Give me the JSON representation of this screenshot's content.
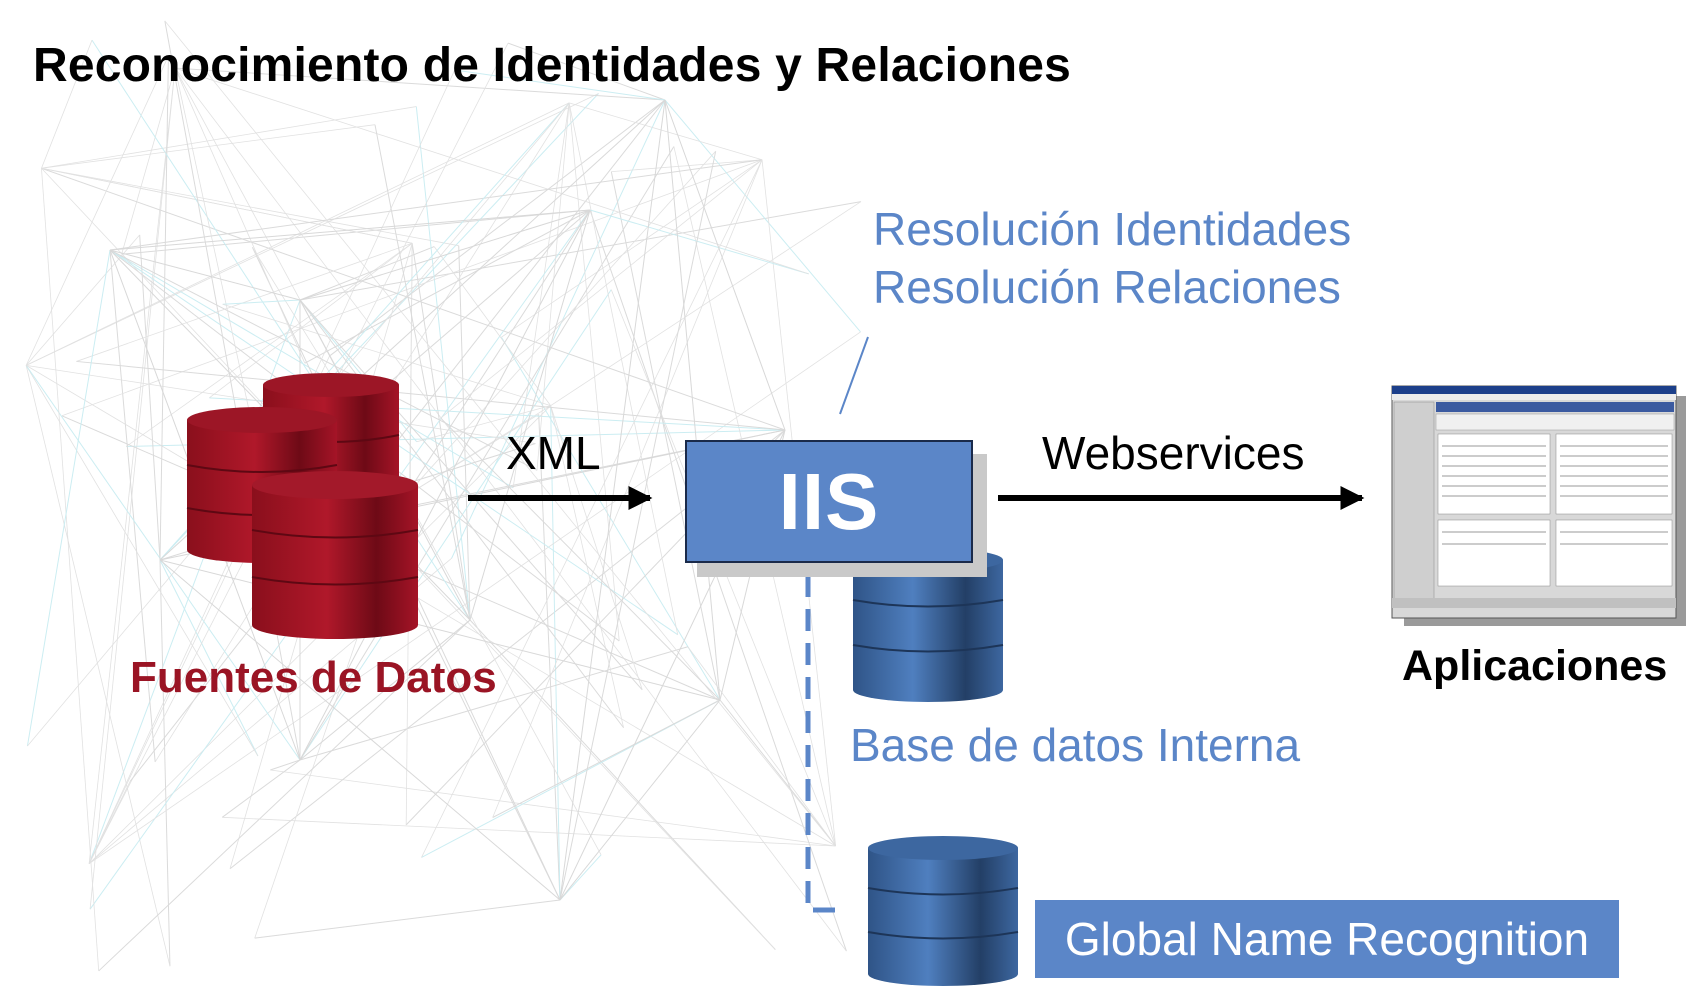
{
  "title": "Reconocimiento de Identidades y Relaciones",
  "resolution": {
    "line1": "Resolución Identidades",
    "line2": "Resolución Relaciones"
  },
  "edges": {
    "xml": "XML",
    "webservices": "Webservices"
  },
  "iis": "IIS",
  "sources_label": "Fuentes de Datos",
  "internal_db_label": "Base de datos Interna",
  "applications_label": "Aplicaciones",
  "gnr_label": "Global Name Recognition",
  "colors": {
    "blue_accent": "#5b86c8",
    "source_red": "#9a1424",
    "db_blue": "#3f6aa2"
  }
}
